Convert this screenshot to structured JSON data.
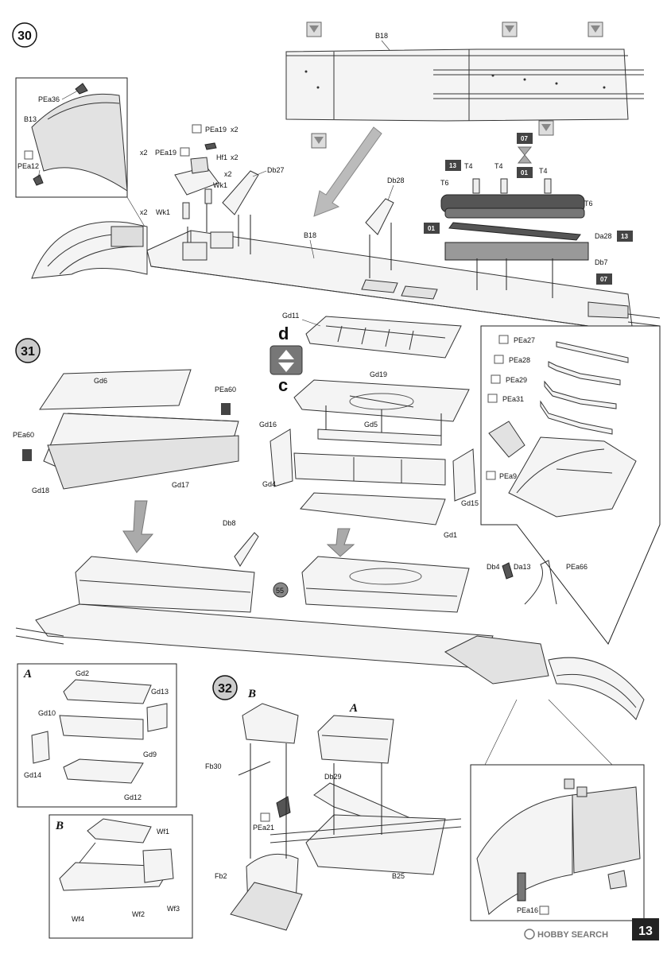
{
  "steps": {
    "s30": "30",
    "s31": "31",
    "s32": "32",
    "s55": "55"
  },
  "page_number": "13",
  "watermark": "HOBBY SEARCH",
  "direction": {
    "d": "d",
    "c": "c"
  },
  "sections": {
    "a_top": "A",
    "b_top": "B",
    "a_box": "A",
    "b_box": "B"
  },
  "callouts": {
    "ref01a": "01",
    "ref01b": "01",
    "ref07a": "07",
    "ref07b": "07",
    "ref13a": "13",
    "ref13b": "13"
  },
  "labels": {
    "B18_top": "B18",
    "B18_main": "B18",
    "PEa36": "PEa36",
    "B13": "B13",
    "PEa12": "PEa12",
    "PEa19a": "PEa19",
    "PEa19b": "PEa19",
    "x2a": "x2",
    "x2b": "x2",
    "x2c": "x2",
    "x2d": "x2",
    "x2e": "x2",
    "Hf1": "Hf1",
    "Wk1a": "Wk1",
    "Wk1b": "Wk1",
    "Db27": "Db27",
    "Db28": "Db28",
    "T4a": "T4",
    "T4b": "T4",
    "T4c": "T4",
    "T6a": "T6",
    "T6b": "T6",
    "Da28": "Da28",
    "Db7": "Db7",
    "Gd11": "Gd11",
    "Gd19": "Gd19",
    "Gd6": "Gd6",
    "PEa60a": "PEa60",
    "PEa60b": "PEa60",
    "Gd18": "Gd18",
    "Gd17": "Gd17",
    "Gd16": "Gd16",
    "Gd5": "Gd5",
    "Gd4": "Gd4",
    "Gd15": "Gd15",
    "Gd1": "Gd1",
    "PEa27": "PEa27",
    "PEa28": "PEa28",
    "PEa29": "PEa29",
    "PEa31": "PEa31",
    "PEa9": "PEa9",
    "Db8": "Db8",
    "Db4": "Db4",
    "Da13": "Da13",
    "PEa66": "PEa66",
    "Gd2": "Gd2",
    "Gd13": "Gd13",
    "Gd10": "Gd10",
    "Gd9": "Gd9",
    "Gd14": "Gd14",
    "Gd12": "Gd12",
    "Wf1": "Wf1",
    "Wf2": "Wf2",
    "Wf3": "Wf3",
    "Wf4": "Wf4",
    "Fb30": "Fb30",
    "PEa21": "PEa21",
    "Db29": "Db29",
    "Fb2": "Fb2",
    "B25": "B25",
    "PEa16": "PEa16"
  }
}
